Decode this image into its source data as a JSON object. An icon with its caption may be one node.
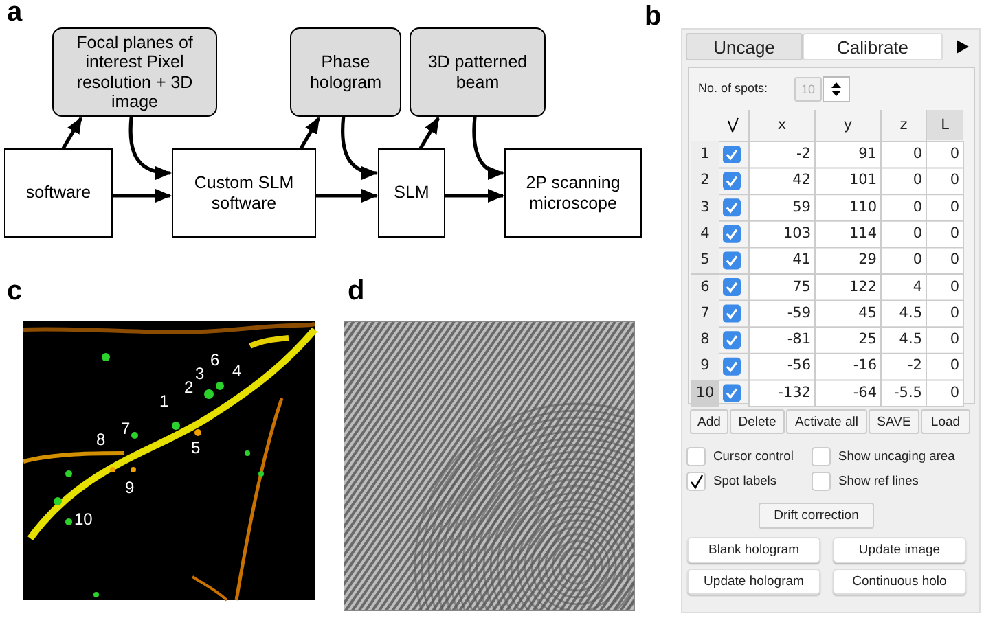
{
  "diagram": {
    "nodes": [
      {
        "text": [
          "software"
        ]
      },
      {
        "text": [
          "Focal planes of interest Pixel resolution + 3D image"
        ]
      },
      {
        "text": [
          "Custom SLM software"
        ]
      },
      {
        "text": [
          "Phase hologram"
        ]
      },
      {
        "text": [
          "SLM"
        ]
      },
      {
        "text": [
          "3D patterned beam"
        ]
      },
      {
        "text": [
          "2P scanning microscope"
        ]
      }
    ],
    "edges": [
      {
        "from": 0,
        "to": 1,
        "arrow": "to"
      },
      {
        "from": 1,
        "to": 2,
        "arrow": "to"
      },
      {
        "from": 0,
        "to": 2,
        "arrow": "to"
      },
      {
        "from": 2,
        "to": 3,
        "arrow": "to"
      },
      {
        "from": 3,
        "to": 4,
        "arrow": "to"
      },
      {
        "from": 2,
        "to": 4,
        "arrow": "to"
      },
      {
        "from": 4,
        "to": 5,
        "arrow": "to"
      },
      {
        "from": 5,
        "to": 6,
        "arrow": "to"
      },
      {
        "from": 4,
        "to": 6,
        "arrow": "to"
      }
    ],
    "labels": [
      "a",
      "b",
      "Uncage",
      "Calibrate",
      "No. of spots:",
      "10",
      "x",
      "y",
      "z",
      "L",
      "1",
      "-2",
      "91",
      "0",
      "0",
      "2",
      "42",
      "101",
      "0",
      "0",
      "3",
      "59",
      "110",
      "0",
      "0",
      "4",
      "103",
      "114",
      "0",
      "0",
      "5",
      "41",
      "29",
      "0",
      "0",
      "6",
      "75",
      "122",
      "4",
      "0",
      "7",
      "-59",
      "45",
      "4.5",
      "0",
      "8",
      "-81",
      "25",
      "4.5",
      "0",
      "9",
      "-56",
      "-16",
      "-2",
      "0",
      "10",
      "-132",
      "-64",
      "-5.5",
      "0",
      "Add",
      "Delete",
      "Activate all",
      "SAVE",
      "Load",
      "Cursor control",
      "Show uncaging area",
      "Spot labels",
      "Show ref lines",
      "Drift correction",
      "Blank hologram",
      "Update image",
      "Update hologram",
      "Continuous holo",
      "c",
      "d",
      "6",
      "3",
      "4",
      "2",
      "1",
      "7",
      "8",
      "5",
      "9",
      "10"
    ]
  }
}
